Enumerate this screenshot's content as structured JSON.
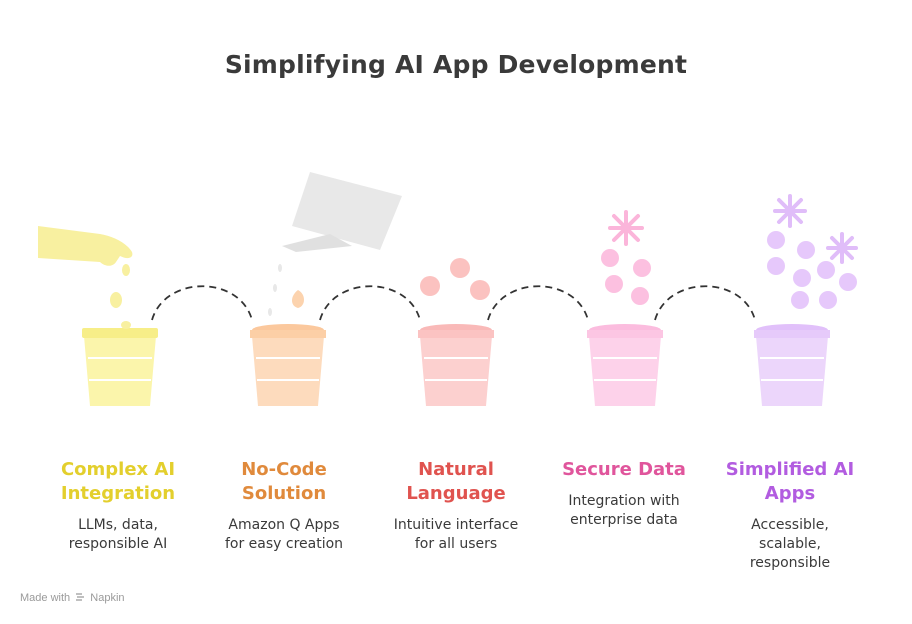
{
  "title": "Simplifying AI App Development",
  "colors": {
    "yellow": "#e3cf2d",
    "orange": "#e08a3c",
    "red": "#e0534f",
    "pink": "#e0559c",
    "purple": "#b25ce0",
    "text": "#3a3a3a"
  },
  "steps": [
    {
      "title": "Complex AI Integration",
      "desc": "LLMs, data, responsible AI"
    },
    {
      "title": "No-Code Solution",
      "desc": "Amazon Q Apps for easy creation"
    },
    {
      "title": "Natural Language",
      "desc": "Intuitive interface for all users"
    },
    {
      "title": "Secure Data",
      "desc": "Integration with enterprise data"
    },
    {
      "title": "Simplified AI Apps",
      "desc": "Accessible, scalable, responsible"
    }
  ],
  "footer": {
    "prefix": "Made with",
    "brand": "Napkin"
  }
}
